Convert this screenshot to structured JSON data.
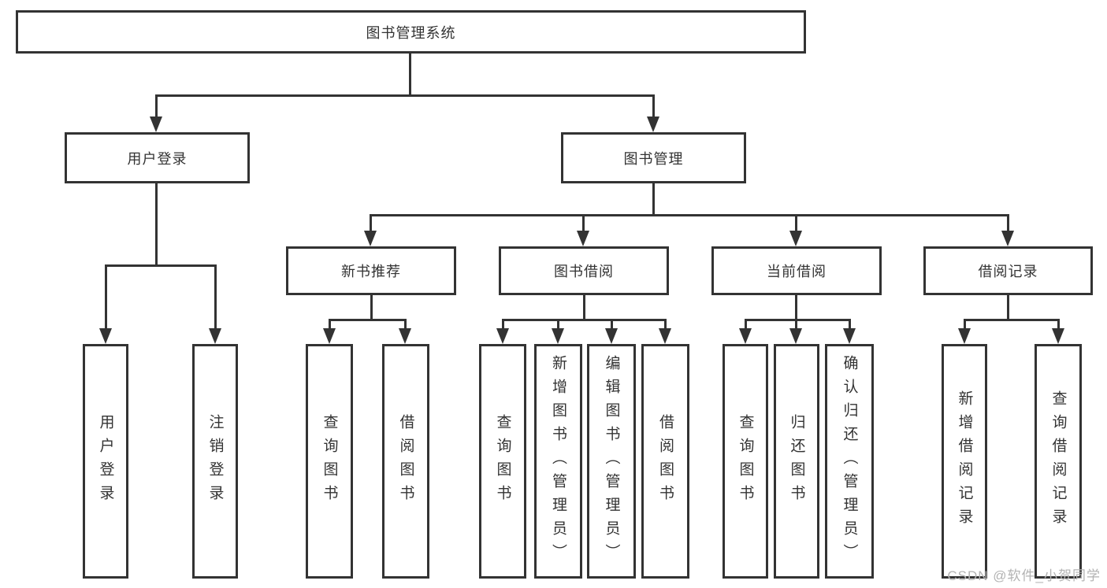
{
  "tree": {
    "label": "图书管理系统",
    "children": [
      {
        "label": "用户登录",
        "children": [
          {
            "label": "用户登录"
          },
          {
            "label": "注销登录"
          }
        ]
      },
      {
        "label": "图书管理",
        "children": [
          {
            "label": "新书推荐",
            "children": [
              {
                "label": "查询图书"
              },
              {
                "label": "借阅图书"
              }
            ]
          },
          {
            "label": "图书借阅",
            "children": [
              {
                "label": "查询图书"
              },
              {
                "label": "新增图书（管理员）"
              },
              {
                "label": "编辑图书（管理员）"
              },
              {
                "label": "借阅图书"
              }
            ]
          },
          {
            "label": "当前借阅",
            "children": [
              {
                "label": "查询图书"
              },
              {
                "label": "归还图书"
              },
              {
                "label": "确认归还（管理员）"
              }
            ]
          },
          {
            "label": "借阅记录",
            "children": [
              {
                "label": "新增借阅记录"
              },
              {
                "label": "查询借阅记录"
              }
            ]
          }
        ]
      }
    ]
  },
  "watermark": {
    "text": "CSDN @软件_小贺同学"
  },
  "colors": {
    "line": "#333333",
    "text": "#333333",
    "watermark": "#b3b3b3",
    "background": "#ffffff"
  }
}
